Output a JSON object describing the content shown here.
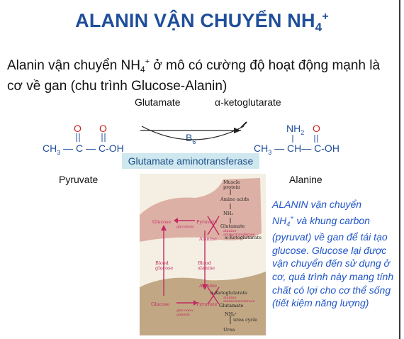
{
  "title": {
    "text": "ALANIN VẬN CHUYỂN NH",
    "sub": "4",
    "sup": "+"
  },
  "intro": {
    "part1": "Alanin vận chuyển NH",
    "sub": "4",
    "sup": "+",
    "part2": " ở mô có cường độ hoạt động mạnh là cơ về gan (chu trình Glucose-Alanin)"
  },
  "reaction": {
    "glutamate": "Glutamate",
    "ketoglutarate": "α-ketoglutarate",
    "cofactor": "B",
    "cofactor_sub": "6",
    "enzyme": "Glutamate aminotransferase",
    "pyruvate_label": "Pyruvate",
    "alanine_label": "Alanine",
    "pyruvate_formula": {
      "ch3": "CH",
      "ch3_sub": "3",
      "c1": "C",
      "c2": "C-OH",
      "o": "O"
    },
    "alanine_formula": {
      "ch3": "CH",
      "ch3_sub": "3",
      "ch": "CH",
      "c": "C-OH",
      "o": "O",
      "nh": "NH",
      "nh_sub": "2"
    }
  },
  "figure": {
    "muscle_protein": [
      "Muscle",
      "protein"
    ],
    "amino_acids": "Amino acids",
    "nh3": "NH₃",
    "glucose_top": "Glucose",
    "glycolysis": "glycolysis",
    "pyruvate_top": "Pyruvate",
    "glutamate_top": "Glutamate",
    "alanine_aminotransferase_top": [
      "alanine",
      "aminotransferase"
    ],
    "alanine_top": "Alanine",
    "ketoglutarate_top": "α-Ketoglutarate",
    "blood_glucose": [
      "Blood",
      "glucose"
    ],
    "blood_alanine": [
      "Blood",
      "alanine"
    ],
    "alanine_bottom": "Alanine",
    "ketoglutarate_bottom": "α-Ketoglutarate",
    "alanine_aminotransferase_bottom": [
      "alanine",
      "aminotransferase"
    ],
    "glucose_bottom": "Glucose",
    "pyruvate_bottom": "Pyruvate",
    "glutamate_bottom": "Glutamate",
    "gluconeogenesis": [
      "gluconeo-",
      "genesis"
    ],
    "nh4": "NH₄⁺",
    "urea_cycle": "urea cycle",
    "urea": "Urea"
  },
  "note": {
    "l1": "ALANIN vận chuyển",
    "l2a": "NH",
    "l2sub": "4",
    "l2sup": "+",
    "l2b": " và khung carbon",
    "rest": "(pyruvat) về gan để tái tạo glucose. Glucose lại được vận chuyển đến sử dụng ở cơ, quá trình này mang tính chất có lợi cho cơ thể sống (tiết kiệm năng lượng)"
  },
  "colors": {
    "title": "#1f4e9a",
    "note": "#1f55c8",
    "accent_red": "#d21f1f",
    "figure_pink": "#c02a62",
    "enzyme_bg": "#cfe7ee"
  }
}
